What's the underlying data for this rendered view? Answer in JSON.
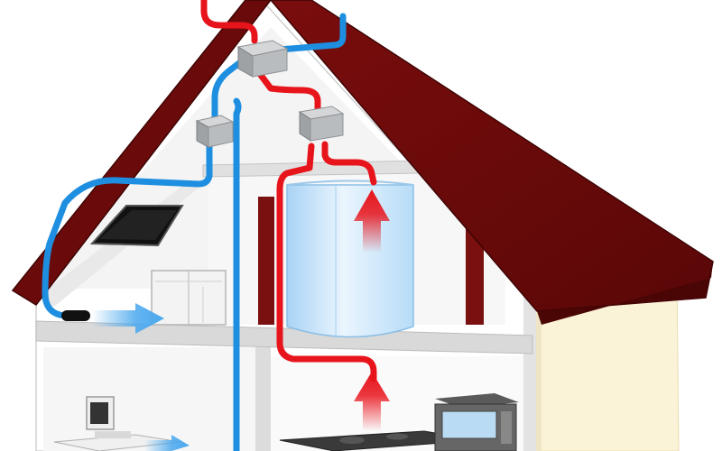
{
  "diagram": {
    "subject": "house-ventilation-heat-recovery",
    "colors": {
      "roof": "#6b0a0a",
      "roof_edge": "#4a0505",
      "wall": "#ffffff",
      "wall_shadow": "#e4e4e4",
      "gable_cream": "#fbf3d7",
      "floor_slab": "#d9d9d9",
      "supply_air_blue": "#1e8fe0",
      "exhaust_air_red": "#e8141c",
      "duct_box": "#b9bcbf",
      "interior_wall_dark": "#7a1010",
      "shower_glass": "#cfe8fb",
      "airflow_arrow_blue": "#4aa8ee",
      "airflow_arrow_red": "#e8141c"
    },
    "components": [
      {
        "id": "ventilation-unit",
        "icon": "heat-exchanger-box"
      },
      {
        "id": "supply-branch-box",
        "icon": "duct-junction-box"
      },
      {
        "id": "exhaust-branch-box",
        "icon": "duct-junction-box"
      },
      {
        "id": "roof-skylight",
        "icon": "window-icon"
      },
      {
        "id": "wardrobe",
        "icon": "cabinet-icon"
      },
      {
        "id": "shower-cabin",
        "icon": "shower-icon"
      },
      {
        "id": "computer-monitor",
        "icon": "monitor-icon"
      },
      {
        "id": "kitchen-stove",
        "icon": "stove-icon"
      },
      {
        "id": "microwave-oven",
        "icon": "microwave-icon"
      }
    ],
    "airflows": [
      {
        "id": "supply-air",
        "color": "blue",
        "direction": "into-rooms"
      },
      {
        "id": "exhaust-air",
        "color": "red",
        "direction": "out-of-rooms"
      }
    ]
  }
}
